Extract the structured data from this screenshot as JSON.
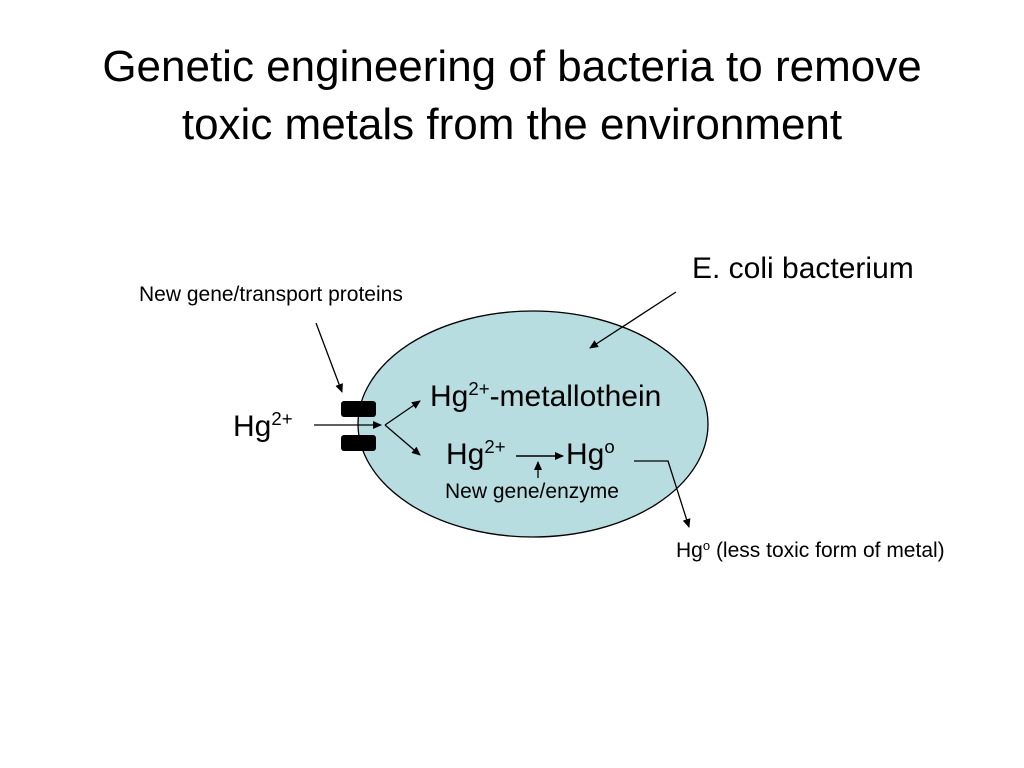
{
  "slide": {
    "title_line1": "Genetic engineering of bacteria to remove",
    "title_line2": "toxic metals from the environment"
  },
  "diagram": {
    "ecoli_label": "E. coli bacterium",
    "transport_label": "New gene/transport proteins",
    "hg_outside": {
      "symbol": "Hg",
      "charge": "2+"
    },
    "metallothein": {
      "symbol": "Hg",
      "charge": "2+",
      "suffix": "-metallothein"
    },
    "reaction": {
      "reactant": {
        "symbol": "Hg",
        "charge": "2+"
      },
      "product": {
        "symbol": "Hg",
        "charge": "o"
      },
      "enzyme_label": "New gene/enzyme"
    },
    "less_toxic": {
      "symbol": "Hg",
      "charge": "o",
      "description": " (less toxic form of metal)"
    },
    "colors": {
      "cell_fill": "#b8dde0",
      "stroke": "#000000",
      "protein": "#000000"
    }
  }
}
